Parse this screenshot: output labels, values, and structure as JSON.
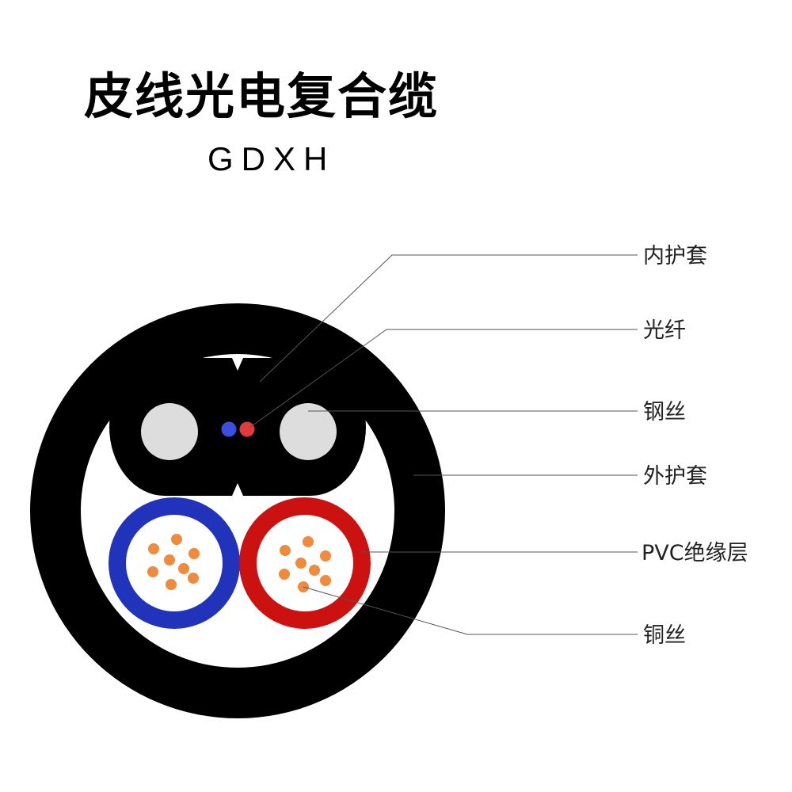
{
  "header": {
    "title": "皮线光电复合缆",
    "model": "GDXH"
  },
  "labels": {
    "inner_sheath": "内护套",
    "optical_fiber": "光纤",
    "steel_wire": "钢丝",
    "outer_sheath": "外护套",
    "pvc_insulation": "PVC绝缘层",
    "copper_wire": "铜丝"
  },
  "colors": {
    "sheath": "#000000",
    "steel_wire": "#dddddd",
    "fiber_blue": "#3a4fe0",
    "fiber_red": "#e03a3a",
    "insulation_blue": "#2233bb",
    "insulation_red": "#cc1111",
    "copper": "#f08a3c",
    "leader_line": "#555555"
  }
}
